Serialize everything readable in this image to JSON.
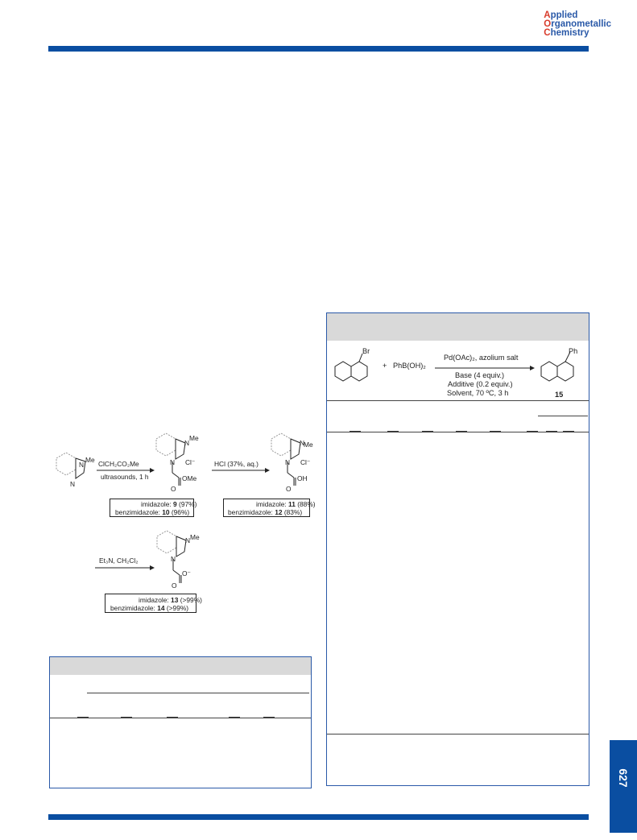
{
  "journal": {
    "line1_cap": "A",
    "line1_rest": "pplied",
    "line2_cap": "O",
    "line2_rest": "rganometallic",
    "line3_cap": "C",
    "line3_rest": "hemistry"
  },
  "scheme": {
    "start_sub": "Me",
    "step1_reagent": "ClCH₂CO₂Me",
    "step1_condition": "ultrasounds, 1 h",
    "step2_reagent": "HCl (37%, aq.)",
    "step3_reagent": "Et₃N, CH₂Cl₂",
    "labels": {
      "me": "Me",
      "cl": "Cl⁻",
      "ome": "OMe",
      "oh": "OH",
      "o": "O",
      "ominus": "O⁻",
      "n": "N",
      "nplus": "N"
    },
    "products1": [
      {
        "name": "imidazole:",
        "num": "9",
        "yield": "(97%)"
      },
      {
        "name": "benzimidazole:",
        "num": "10",
        "yield": "(96%)"
      }
    ],
    "products2": [
      {
        "name": "imidazole:",
        "num": "11",
        "yield": "(88%)"
      },
      {
        "name": "benzimidazole:",
        "num": "12",
        "yield": "(83%)"
      }
    ],
    "products3": [
      {
        "name": "imidazole:",
        "num": "13",
        "yield": "(>99%)"
      },
      {
        "name": "benzimidazole:",
        "num": "14",
        "yield": "(>99%)"
      }
    ]
  },
  "reaction": {
    "br": "Br",
    "plus": "+",
    "boronic": "PhB(OH)₂",
    "catalyst": "Pd(OAc)₂, azolium salt",
    "base": "Base (4 equiv.)",
    "additive": "Additive (0.2 equiv.)",
    "solvent": "Solvent, 70 ºC, 3 h",
    "ph": "Ph",
    "product_num": "15"
  },
  "page_number": "627"
}
